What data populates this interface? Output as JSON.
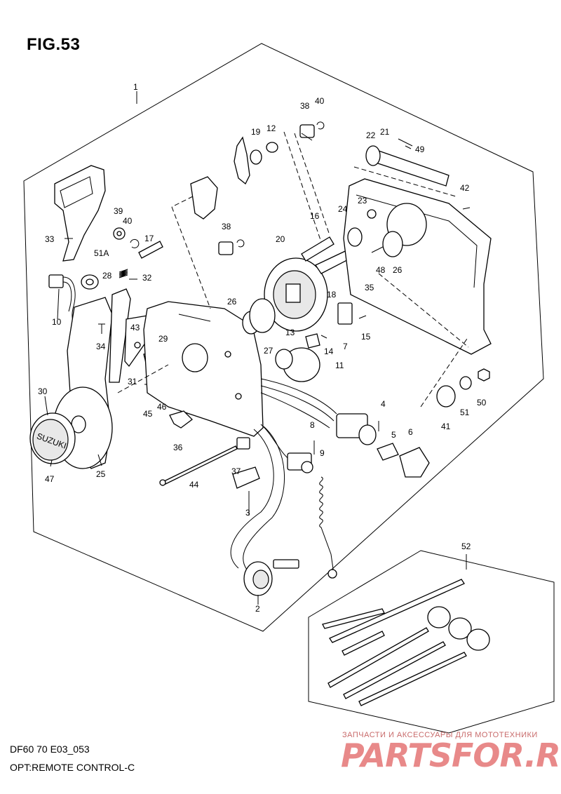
{
  "figure": {
    "title": "FIG.53",
    "model_code": "DF60 70 E03_053",
    "caption": "OPT:REMOTE CONTROL-C"
  },
  "watermark": {
    "line1": "ЗАПЧАСТИ И АКСЕССУАРЫ ДЛЯ МОТОТЕХНИКИ",
    "line2": "PARTSFOR.RU"
  },
  "emblem_text": "SUZUKI",
  "callouts": {
    "c1": "1",
    "c2": "2",
    "c3": "3",
    "c4": "4",
    "c5": "5",
    "c6": "6",
    "c7": "7",
    "c8": "8",
    "c9": "9",
    "c10": "10",
    "c11": "11",
    "c12": "12",
    "c13": "13",
    "c14": "14",
    "c15": "15",
    "c16": "16",
    "c17": "17",
    "c18": "18",
    "c19": "19",
    "c20": "20",
    "c21": "21",
    "c22": "22",
    "c23": "23",
    "c24": "24",
    "c25": "25",
    "c26a": "26",
    "c26b": "26",
    "c27": "27",
    "c28": "28",
    "c29": "29",
    "c30": "30",
    "c31": "31",
    "c32": "32",
    "c33": "33",
    "c34": "34",
    "c35": "35",
    "c36": "36",
    "c37": "37",
    "c38a": "38",
    "c38b": "38",
    "c39": "39",
    "c40a": "40",
    "c40b": "40",
    "c41": "41",
    "c42": "42",
    "c43": "43",
    "c44": "44",
    "c45": "45",
    "c46": "46",
    "c47": "47",
    "c48": "48",
    "c49": "49",
    "c50": "50",
    "c51": "51",
    "c51a": "51A",
    "c52": "52"
  }
}
